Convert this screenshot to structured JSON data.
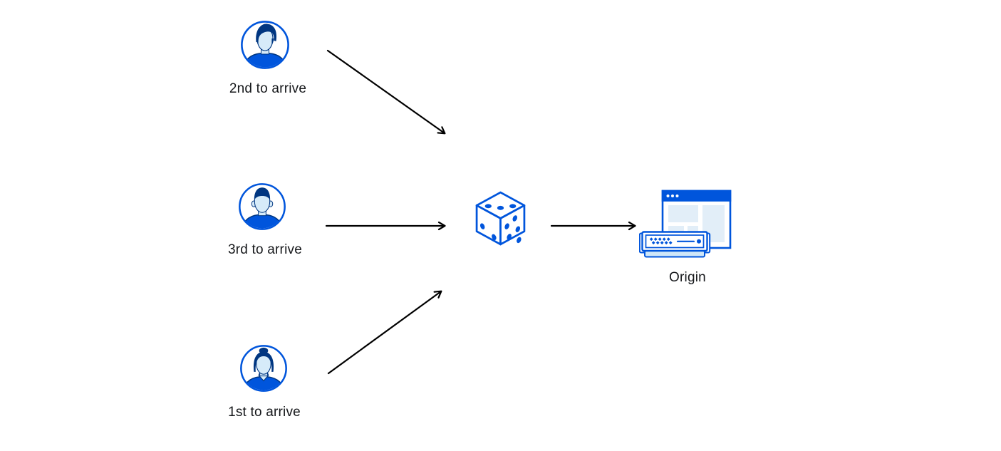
{
  "diagram": {
    "clients": [
      {
        "label": "2nd to arrive",
        "icon": "male-avatar-swept-hair-icon"
      },
      {
        "label": "3rd to arrive",
        "icon": "male-avatar-flat-hair-icon"
      },
      {
        "label": "1st to arrive",
        "icon": "female-avatar-bun-icon"
      }
    ],
    "randomizer": {
      "icon": "dice-icon",
      "visible_faces": {
        "top_dots": 3,
        "left_dots": 2,
        "right_dots": 5
      }
    },
    "origin": {
      "label": "Origin",
      "icon": "origin-server-browser-icon"
    },
    "edges": [
      {
        "from": "2nd to arrive",
        "to": "dice"
      },
      {
        "from": "3rd to arrive",
        "to": "dice"
      },
      {
        "from": "1st to arrive",
        "to": "dice"
      },
      {
        "from": "dice",
        "to": "Origin"
      }
    ],
    "colors": {
      "blue": "#0055dc",
      "dark_navy": "#003681",
      "face_light_blue": "#d6ebf9",
      "panel_light_blue": "#e2eef8",
      "server_base_blue": "#cfe7f8",
      "arrow": "#000000",
      "label_text": "#15171a",
      "background": "#ffffff"
    }
  }
}
